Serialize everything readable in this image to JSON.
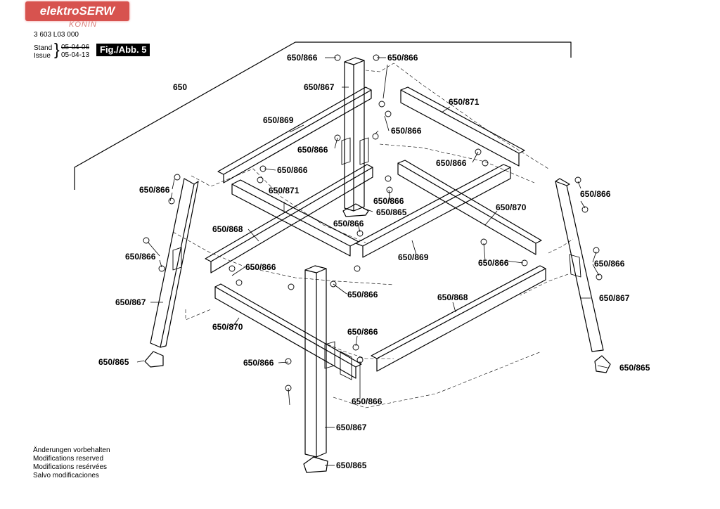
{
  "header": {
    "logo_text": "elektroSERW",
    "logo_sub": "KONIN",
    "doc_number": "3 603 L03 000",
    "stand_label": "Stand",
    "issue_label": "Issue",
    "stand_date": "05-04-06",
    "issue_date": "05-04-13",
    "figure_label": "Fig./Abb. 5"
  },
  "callouts": [
    {
      "text": "650/866"
    },
    {
      "text": "650/866"
    },
    {
      "text": "650/867"
    },
    {
      "text": "650"
    },
    {
      "text": "650/871"
    },
    {
      "text": "650/869"
    },
    {
      "text": "650/866"
    },
    {
      "text": "650/866"
    },
    {
      "text": "650/866"
    },
    {
      "text": "650/866"
    },
    {
      "text": "650/871"
    },
    {
      "text": "650/866"
    },
    {
      "text": "650/865"
    },
    {
      "text": "650/866"
    },
    {
      "text": "650/866"
    },
    {
      "text": "650/870"
    },
    {
      "text": "650/868"
    },
    {
      "text": "650/866"
    },
    {
      "text": "650/869"
    },
    {
      "text": "650/866"
    },
    {
      "text": "650/866"
    },
    {
      "text": "650/866"
    },
    {
      "text": "650/866"
    },
    {
      "text": "650/867"
    },
    {
      "text": "650/868"
    },
    {
      "text": "650/867"
    },
    {
      "text": "650/870"
    },
    {
      "text": "650/866"
    },
    {
      "text": "650/865"
    },
    {
      "text": "650/866"
    },
    {
      "text": "650/866"
    },
    {
      "text": "650/865"
    },
    {
      "text": "650/866"
    },
    {
      "text": "650/867"
    },
    {
      "text": "650/865"
    }
  ],
  "notes": [
    "Änderungen vorbehalten",
    "Modifications reserved",
    "Modifications resérvées",
    "Salvo modificaciones"
  ]
}
